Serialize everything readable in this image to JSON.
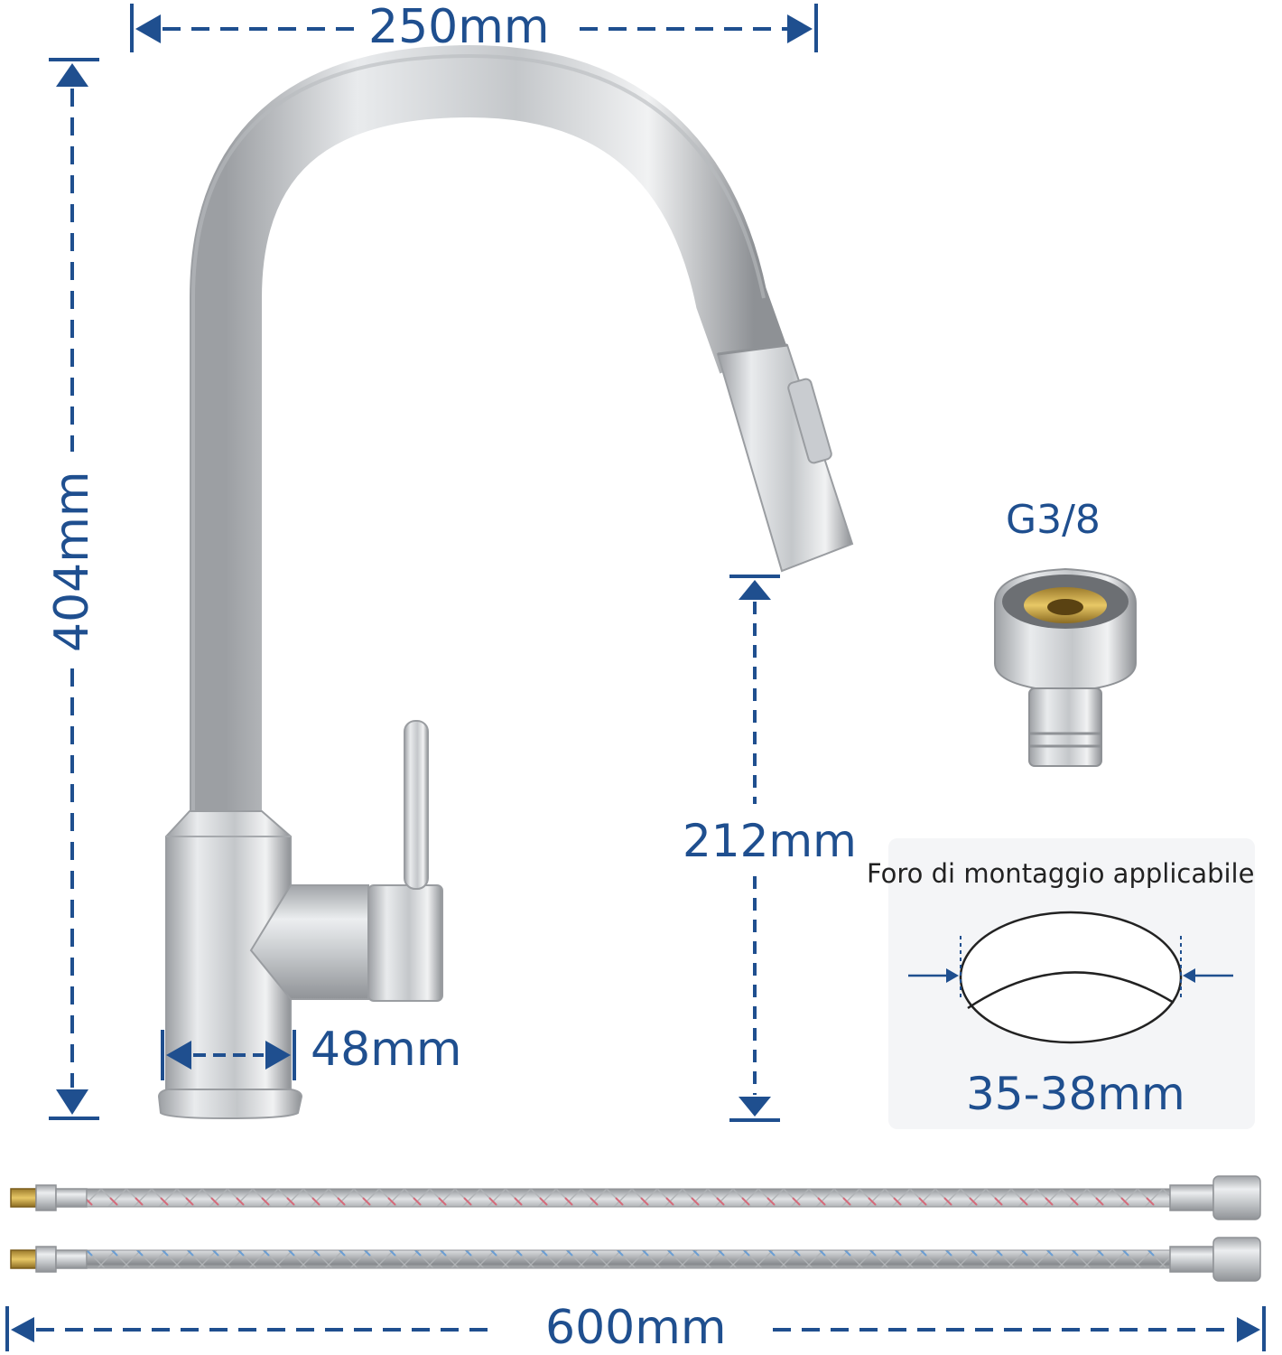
{
  "dimensions": {
    "spout_reach": "250mm",
    "total_height": "404mm",
    "spout_height": "212mm",
    "base_diameter": "48mm",
    "hose_length": "600mm"
  },
  "connector": {
    "thread_label": "G3/8"
  },
  "mounting_hole": {
    "title": "Foro di montaggio applicabile",
    "diameter": "35-38mm"
  },
  "colors": {
    "dimension_blue": "#1f4f8f",
    "chrome_light": "#e6e8ea",
    "chrome_dark": "#8d9094",
    "panel_bg": "#f4f5f7"
  }
}
